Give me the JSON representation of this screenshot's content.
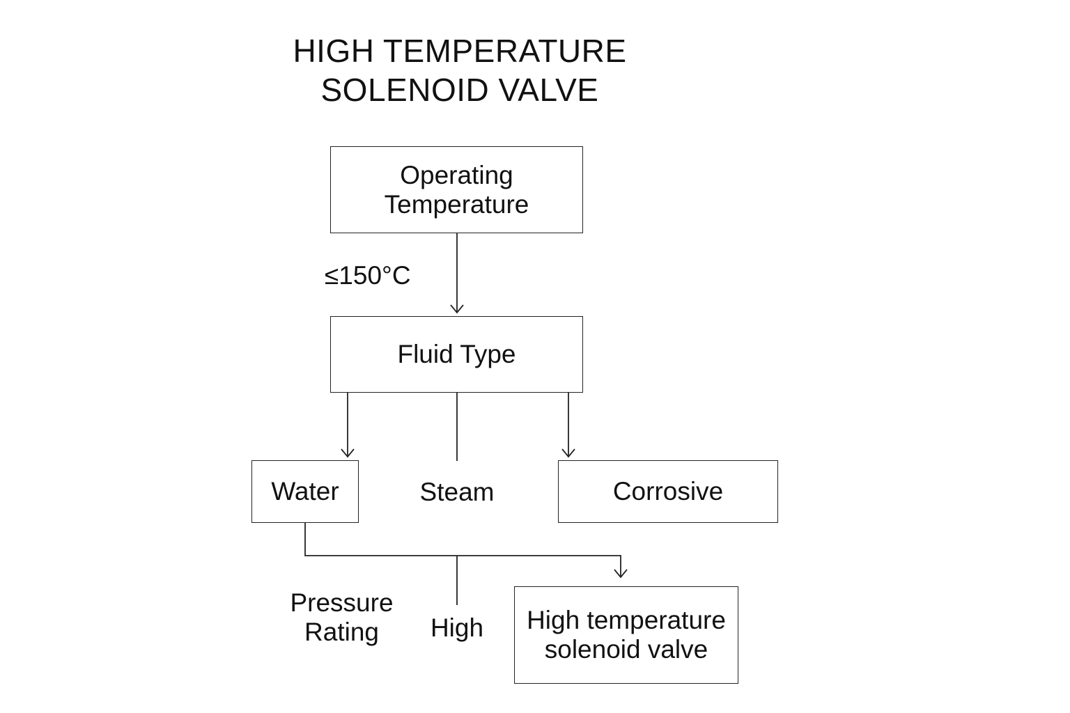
{
  "diagram": {
    "title_line_1": "HIGH TEMPERATURE",
    "title_line_2": "SOLENOID VALVE",
    "nodes": {
      "operating_temperature": {
        "line_1": "Operating",
        "line_2": "Temperature"
      },
      "fluid_type": "Fluid Type",
      "water": "Water",
      "corrosive": "Corrosive",
      "result": {
        "line_1": "High temperature",
        "line_2": "solenoid valve"
      }
    },
    "labels": {
      "temperature_condition": "≤150°C",
      "steam": "Steam",
      "pressure_rating": {
        "line_1": "Pressure",
        "line_2": "Rating"
      },
      "pressure_value": "High"
    }
  }
}
